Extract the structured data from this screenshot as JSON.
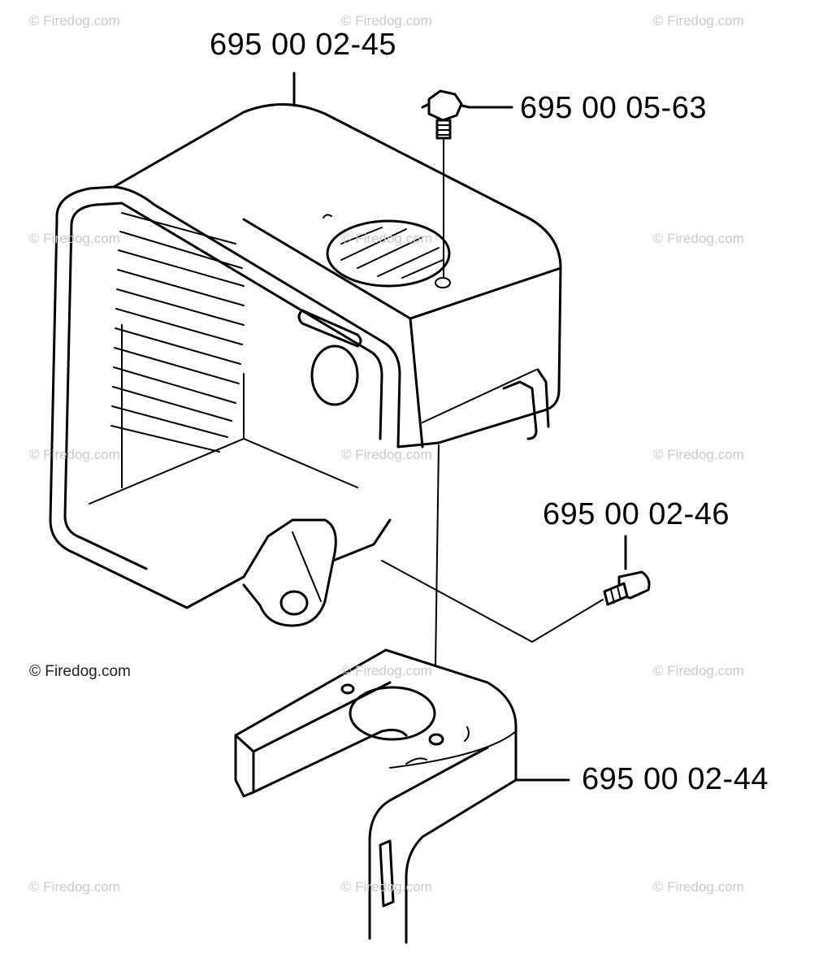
{
  "parts": [
    {
      "number": "695 00 02-45",
      "icon": "muffler-cover-icon"
    },
    {
      "number": "695 00 05-63",
      "icon": "flange-bolt-icon"
    },
    {
      "number": "695 00 02-46",
      "icon": "screw-icon"
    },
    {
      "number": "695 00 02-44",
      "icon": "bracket-icon"
    }
  ],
  "watermark": "© Firedog.com"
}
